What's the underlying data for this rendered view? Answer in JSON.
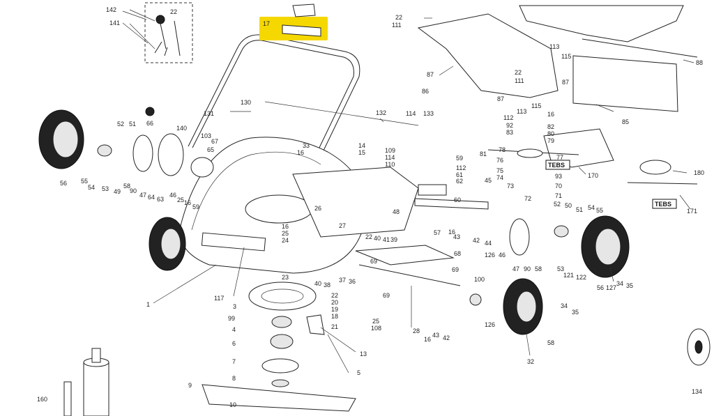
{
  "highlight": {
    "label": "17",
    "color": "#f5d800"
  },
  "labels": {
    "l142": "142",
    "l141": "141",
    "l22a": "22",
    "l22b": "22",
    "l111a": "111",
    "l87a": "87",
    "l86": "86",
    "l88": "88",
    "l113a": "113",
    "l115a": "115",
    "l22c": "22",
    "l111b": "111",
    "l87b": "87",
    "l87c": "87",
    "l113b": "113",
    "l115b": "115",
    "l16a": "16",
    "l82": "82",
    "l80": "80",
    "l79": "79",
    "l112a": "112",
    "l92": "92",
    "l83": "83",
    "l85": "85",
    "l130": "130",
    "l131": "131",
    "l132": "132",
    "l114a": "114",
    "l133": "133",
    "l66": "66",
    "l52a": "52",
    "l51a": "51",
    "l140": "140",
    "l103": "103",
    "l67": "67",
    "l65": "65",
    "l33": "33",
    "l16b": "16",
    "l14": "14",
    "l15": "15",
    "l109": "109",
    "l114b": "114",
    "l110": "110",
    "l56a": "56",
    "l55a": "55",
    "l54a": "54",
    "l53a": "53",
    "l49": "49",
    "l58a": "58",
    "l90a": "90",
    "l47a": "47",
    "l64": "64",
    "l63": "63",
    "l46a": "46",
    "l25a": "25",
    "l16c": "16",
    "l59a": "59",
    "l59b": "59",
    "l112b": "112",
    "l61": "61",
    "l62": "62",
    "l45": "45",
    "l81": "81",
    "l78": "78",
    "l77": "77",
    "l76": "76",
    "l75": "75",
    "l74": "74",
    "l73": "73",
    "l72": "72",
    "l93": "93",
    "l70": "70",
    "l71": "71",
    "l170": "170",
    "l180": "180",
    "l171": "171",
    "l52b": "52",
    "l50": "50",
    "l51b": "51",
    "l54b": "54",
    "l55b": "55",
    "l26": "26",
    "l16d": "16",
    "l25b": "25",
    "l24": "24",
    "l27": "27",
    "l48": "48",
    "l60": "60",
    "l57": "57",
    "l22d": "22",
    "l40a": "40",
    "l41": "41",
    "l39": "39",
    "l16e": "16",
    "l43a": "43",
    "l42a": "42",
    "l44": "44",
    "l126a": "126",
    "l46b": "46",
    "l47b": "47",
    "l90b": "90",
    "l58b": "58",
    "l53b": "53",
    "l121": "121",
    "l122": "122",
    "l56b": "56",
    "l127": "127",
    "l34a": "34",
    "l35a": "35",
    "l68": "68",
    "l69a": "69",
    "l69b": "69",
    "l1": "1",
    "l117": "117",
    "l23": "23",
    "l40b": "40",
    "l38": "38",
    "l37": "37",
    "l36": "36",
    "l100": "100",
    "l3": "3",
    "l99": "99",
    "l22e": "22",
    "l20": "20",
    "l19": "19",
    "l18": "18",
    "l25c": "25",
    "l21": "21",
    "l108": "108",
    "l4": "4",
    "l69c": "69",
    "l28": "28",
    "l16f": "16",
    "l43b": "43",
    "l42b": "42",
    "l126b": "126",
    "l32": "32",
    "l34b": "34",
    "l35b": "35",
    "l58c": "58",
    "l6": "6",
    "l13": "13",
    "l7": "7",
    "l5": "5",
    "l8": "8",
    "l9": "9",
    "l10": "10",
    "l160": "160",
    "l134": "134"
  },
  "tags": {
    "tebs1": "TEBS",
    "tebs2": "TEBS"
  }
}
